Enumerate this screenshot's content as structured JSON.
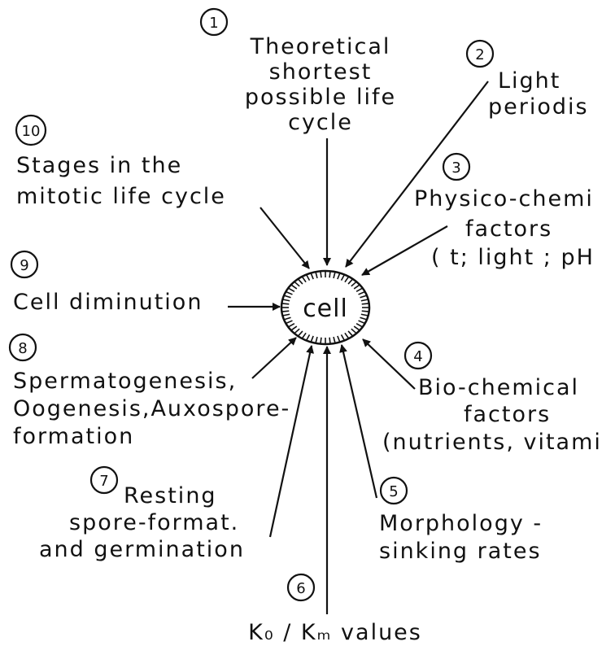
{
  "center": {
    "label": "cell"
  },
  "factors": [
    {
      "number": "1",
      "lines": [
        "Theoretical",
        "shortest",
        "possible life",
        "cycle"
      ]
    },
    {
      "number": "2",
      "lines": [
        "Light",
        "periodis"
      ]
    },
    {
      "number": "3",
      "lines": [
        "Physico-chemi",
        "factors",
        "( t; light ; pH"
      ]
    },
    {
      "number": "4",
      "lines": [
        "Bio-chemical",
        "factors",
        "(nutrients, vitami"
      ]
    },
    {
      "number": "5",
      "lines": [
        "Morphology -",
        "sinking rates"
      ]
    },
    {
      "number": "6",
      "lines": [
        "K₀ / Kₘ values"
      ]
    },
    {
      "number": "7",
      "lines": [
        "Resting",
        "spore-format.",
        "and germination"
      ]
    },
    {
      "number": "8",
      "lines": [
        "Spermatogenesis,",
        "Oogenesis,Auxospore-",
        "formation"
      ]
    },
    {
      "number": "9",
      "lines": [
        "Cell diminution"
      ]
    },
    {
      "number": "10",
      "lines": [
        "Stages in the",
        "mitotic life cycle"
      ]
    }
  ]
}
